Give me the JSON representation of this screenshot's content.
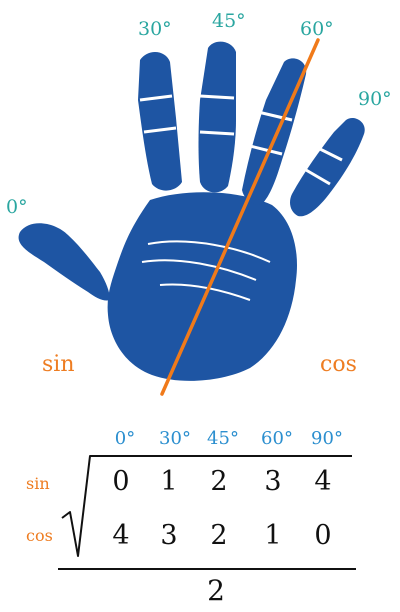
{
  "hand": {
    "angles": [
      "0°",
      "30°",
      "45°",
      "60°",
      "90°"
    ],
    "sin_label": "sin",
    "cos_label": "cos",
    "palm_color": "#1e55a3",
    "line_color": "#f07a1a"
  },
  "table": {
    "headers": [
      "0°",
      "30°",
      "45°",
      "60°",
      "90°"
    ],
    "sin_label": "sin",
    "cos_label": "cos",
    "sin_row": [
      "0",
      "1",
      "2",
      "3",
      "4"
    ],
    "cos_row": [
      "4",
      "3",
      "2",
      "1",
      "0"
    ],
    "denominator": "2"
  }
}
